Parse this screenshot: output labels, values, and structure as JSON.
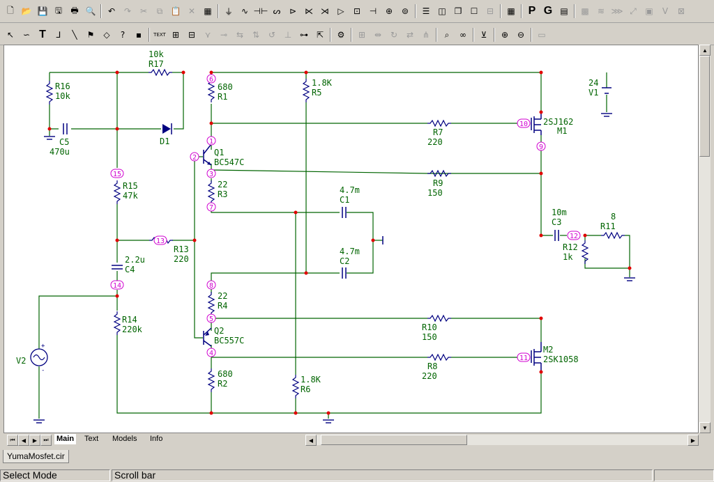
{
  "toolbar1": [
    {
      "name": "new-file-icon",
      "glyph": "🗋"
    },
    {
      "name": "open-file-icon",
      "glyph": "📂"
    },
    {
      "name": "save-icon",
      "glyph": "💾"
    },
    {
      "name": "save-all-icon",
      "glyph": "🖫"
    },
    {
      "name": "print-icon",
      "glyph": "🖶"
    },
    {
      "name": "print-preview-icon",
      "glyph": "🔍"
    },
    {
      "sep": true
    },
    {
      "name": "undo-icon",
      "glyph": "↶"
    },
    {
      "name": "redo-icon",
      "glyph": "↷",
      "dis": true
    },
    {
      "name": "cut-icon",
      "glyph": "✂",
      "dis": true
    },
    {
      "name": "copy-icon",
      "glyph": "⧉",
      "dis": true
    },
    {
      "name": "paste-icon",
      "glyph": "📋",
      "dis": true
    },
    {
      "name": "delete-icon",
      "glyph": "✕",
      "dis": true
    },
    {
      "name": "select-all-icon",
      "glyph": "▦"
    },
    {
      "sep": true
    },
    {
      "name": "ground-icon",
      "glyph": "⏚"
    },
    {
      "name": "resistor-icon",
      "glyph": "∿"
    },
    {
      "name": "capacitor-icon",
      "glyph": "⊣⊢"
    },
    {
      "name": "inductor-icon",
      "glyph": "ᔕ"
    },
    {
      "name": "diode-icon",
      "glyph": "⊳"
    },
    {
      "name": "npn-icon",
      "glyph": "⋉"
    },
    {
      "name": "pnp-icon",
      "glyph": "⋊"
    },
    {
      "name": "opamp-icon",
      "glyph": "▷"
    },
    {
      "name": "subcircuit-icon",
      "glyph": "⊡"
    },
    {
      "name": "battery-icon",
      "glyph": "⊣"
    },
    {
      "name": "current-source-icon",
      "glyph": "⊕"
    },
    {
      "name": "voltage-source-icon",
      "glyph": "⊚"
    },
    {
      "sep": true
    },
    {
      "name": "tile-horizontal-icon",
      "glyph": "☰"
    },
    {
      "name": "tile-vertical-icon",
      "glyph": "◫"
    },
    {
      "name": "cascade-icon",
      "glyph": "❐"
    },
    {
      "name": "window-icon",
      "glyph": "☐"
    },
    {
      "name": "window-split-icon",
      "glyph": "⊟",
      "dis": true
    },
    {
      "sep": true
    },
    {
      "name": "calculator-icon",
      "glyph": "▦"
    },
    {
      "sep": true
    },
    {
      "name": "p-key-icon",
      "glyph": "P",
      "big": true
    },
    {
      "name": "g-key-icon",
      "glyph": "G",
      "big": true
    },
    {
      "name": "component-window-icon",
      "glyph": "▤"
    },
    {
      "sep": true
    },
    {
      "name": "pattern-1-icon",
      "glyph": "▩",
      "dis": true
    },
    {
      "name": "pattern-2-icon",
      "glyph": "≋",
      "dis": true
    },
    {
      "name": "pattern-3-icon",
      "glyph": "⋙",
      "dis": true
    },
    {
      "name": "probe-icon",
      "glyph": "⤢",
      "dis": true
    },
    {
      "name": "picture-icon",
      "glyph": "▣",
      "dis": true
    },
    {
      "name": "subscript-icon",
      "glyph": "V",
      "dis": true
    },
    {
      "name": "zoom-window-icon",
      "glyph": "⊠",
      "dis": true
    }
  ],
  "toolbar2": [
    {
      "name": "select-mode-icon",
      "glyph": "↖"
    },
    {
      "name": "wire-mode-icon",
      "glyph": "∽"
    },
    {
      "name": "text-mode-icon",
      "glyph": "T",
      "big": true
    },
    {
      "name": "orthogonal-wire-icon",
      "glyph": "⅃"
    },
    {
      "name": "diagonal-wire-icon",
      "glyph": "╲"
    },
    {
      "name": "flag-icon",
      "glyph": "⚑"
    },
    {
      "name": "shape-icon",
      "glyph": "◇"
    },
    {
      "name": "help-info-icon",
      "glyph": "?"
    },
    {
      "name": "node-info-icon",
      "glyph": "▪"
    },
    {
      "sep": true
    },
    {
      "name": "text-toggle-icon",
      "glyph": "TEXT"
    },
    {
      "name": "grid-text-icon",
      "glyph": "⊞"
    },
    {
      "name": "part-text-icon",
      "glyph": "⊟"
    },
    {
      "name": "pin-icon",
      "glyph": "⋎",
      "dis": true
    },
    {
      "name": "step-icon",
      "glyph": "⊸",
      "dis": true
    },
    {
      "name": "flip-x-icon",
      "glyph": "⇆",
      "dis": true
    },
    {
      "name": "flip-y-icon",
      "glyph": "⇅",
      "dis": true
    },
    {
      "name": "rotate-left-icon",
      "glyph": "↺",
      "dis": true
    },
    {
      "name": "align-icon",
      "glyph": "⊥",
      "dis": true
    },
    {
      "name": "node-numbers-icon",
      "glyph": "⊶"
    },
    {
      "name": "pin-connect-icon",
      "glyph": "⇱"
    },
    {
      "sep": true
    },
    {
      "name": "properties-icon",
      "glyph": "⚙"
    },
    {
      "sep": true
    },
    {
      "name": "group-icon",
      "glyph": "⊞",
      "dis": true
    },
    {
      "name": "ungroup-icon",
      "glyph": "⇹",
      "dis": true
    },
    {
      "name": "rotate-icon",
      "glyph": "↻",
      "dis": true
    },
    {
      "name": "mirror-icon",
      "glyph": "⇄",
      "dis": true
    },
    {
      "name": "wire-tool-icon",
      "glyph": "⋔",
      "dis": true
    },
    {
      "sep": true
    },
    {
      "name": "find-icon",
      "glyph": "⌕"
    },
    {
      "name": "find-binoculars-icon",
      "glyph": "∞"
    },
    {
      "sep": true
    },
    {
      "name": "analysis-icon",
      "glyph": "⊻"
    },
    {
      "sep": true
    },
    {
      "name": "zoom-in-icon",
      "glyph": "⊕"
    },
    {
      "name": "zoom-out-icon",
      "glyph": "⊖"
    },
    {
      "sep": true
    },
    {
      "name": "camera-icon",
      "glyph": "▭",
      "dis": true
    }
  ],
  "components": [
    {
      "name": "resistor-r16",
      "id": "R16",
      "value": "10k"
    },
    {
      "name": "resistor-r17",
      "id": "R17",
      "value": "10k"
    },
    {
      "name": "resistor-r1",
      "id": "R1",
      "value": "680"
    },
    {
      "name": "resistor-r5",
      "id": "R5",
      "value": "1.8K"
    },
    {
      "name": "capacitor-c5",
      "id": "C5",
      "value": "470u"
    },
    {
      "name": "diode-d1",
      "id": "D1",
      "value": ""
    },
    {
      "name": "transistor-q1",
      "id": "Q1",
      "value": "BC547C"
    },
    {
      "name": "resistor-r15",
      "id": "R15",
      "value": "47k"
    },
    {
      "name": "resistor-r3",
      "id": "R3",
      "value": "22"
    },
    {
      "name": "capacitor-c1",
      "id": "C1",
      "value": "4.7m"
    },
    {
      "name": "resistor-r7",
      "id": "R7",
      "value": "220"
    },
    {
      "name": "resistor-r9",
      "id": "R9",
      "value": "150"
    },
    {
      "name": "mosfet-m1",
      "id": "M1",
      "value": "2SJ162"
    },
    {
      "name": "battery-v1",
      "id": "V1",
      "value": "24"
    },
    {
      "name": "capacitor-c3",
      "id": "C3",
      "value": "10m"
    },
    {
      "name": "resistor-r11",
      "id": "R11",
      "value": "8"
    },
    {
      "name": "resistor-r12",
      "id": "R12",
      "value": "1k"
    },
    {
      "name": "resistor-r13",
      "id": "R13",
      "value": "220"
    },
    {
      "name": "capacitor-c4",
      "id": "C4",
      "value": "2.2u"
    },
    {
      "name": "capacitor-c2",
      "id": "C2",
      "value": "4.7m"
    },
    {
      "name": "resistor-r4",
      "id": "R4",
      "value": "22"
    },
    {
      "name": "resistor-r10",
      "id": "R10",
      "value": "150"
    },
    {
      "name": "transistor-q2",
      "id": "Q2",
      "value": "BC557C"
    },
    {
      "name": "resistor-r14",
      "id": "R14",
      "value": "220k"
    },
    {
      "name": "source-v2",
      "id": "V2",
      "value": ""
    },
    {
      "name": "resistor-r8",
      "id": "R8",
      "value": "220"
    },
    {
      "name": "mosfet-m2",
      "id": "M2",
      "value": "2SK1058"
    },
    {
      "name": "resistor-r2",
      "id": "R2",
      "value": "680"
    },
    {
      "name": "resistor-r6",
      "id": "R6",
      "value": "1.8K"
    }
  ],
  "nodes": [
    "1",
    "2",
    "3",
    "4",
    "5",
    "6",
    "7",
    "8",
    "9",
    "10",
    "11",
    "12",
    "13",
    "14",
    "15"
  ],
  "tabs": [
    "Main",
    "Text",
    "Models",
    "Info"
  ],
  "document_tab": "YumaMosfet.cir",
  "status": {
    "mode": "Select Mode",
    "hint": "Scroll bar"
  }
}
